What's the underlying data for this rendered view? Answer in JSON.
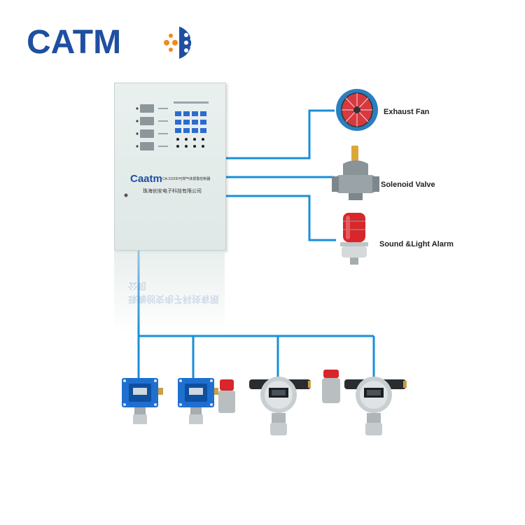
{
  "logo": {
    "text": "CATM",
    "brand_color": "#1f4fa0",
    "accent_color": "#f08a1c"
  },
  "controller": {
    "brand": "Caatm",
    "model": "CA-2100D可燃气体报警控制器",
    "company": "珠海创安电子科技有限公司",
    "reflection_text": "珠海创安电子科技有限公司"
  },
  "outputs": [
    {
      "label": "Exhaust Fan",
      "icon": "exhaust-fan-icon"
    },
    {
      "label": "Solenoid Valve",
      "icon": "solenoid-valve-icon"
    },
    {
      "label": "Sound &Light Alarm",
      "icon": "sound-light-alarm-icon"
    }
  ],
  "detectors": [
    {
      "icon": "blue-gas-detector-icon"
    },
    {
      "icon": "blue-gas-detector-with-alarm-icon"
    },
    {
      "icon": "silver-gas-detector-icon"
    },
    {
      "icon": "silver-gas-detector-with-alarm-icon"
    }
  ],
  "colors": {
    "wire": "#1a8fd8",
    "panel": "#e3ebe9",
    "detector_blue": "#1e6fd0",
    "alarm_red": "#d8262a"
  }
}
